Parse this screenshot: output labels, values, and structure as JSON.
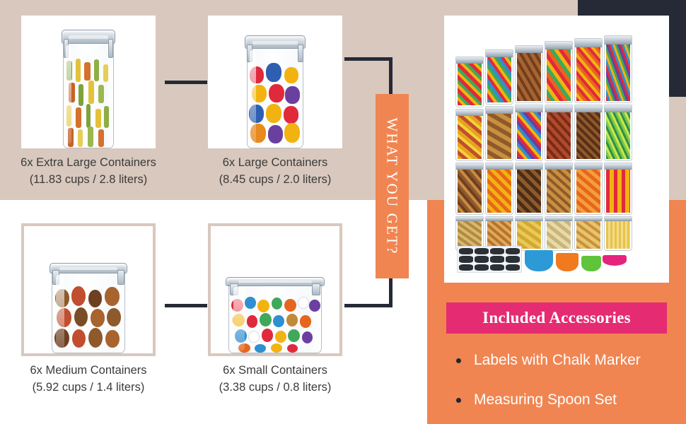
{
  "colors": {
    "beige": "#D8C8BE",
    "navy": "#252A36",
    "orange": "#F08551",
    "pink": "#E52B72",
    "text_dark": "#3B3B3B",
    "white": "#FFFFFF"
  },
  "banner": {
    "vertical_label": "WHAT YOU GET?"
  },
  "products": [
    {
      "id": "extra-large",
      "title": "6x Extra Large Containers",
      "subtitle": "(11.83 cups / 2.8 liters)",
      "contents_name": "pasta-vegetables"
    },
    {
      "id": "large",
      "title": "6x Large Containers",
      "subtitle": "(8.45 cups / 2.0 liters)",
      "contents_name": "colored-candy-shells"
    },
    {
      "id": "medium",
      "title": "6x Medium Containers",
      "subtitle": "(5.92 cups / 1.4 liters)",
      "contents_name": "pasta-shapes"
    },
    {
      "id": "small",
      "title": "6x Small Containers",
      "subtitle": "(3.38 cups / 0.8 liters)",
      "contents_name": "candy-buttons"
    }
  ],
  "photo": {
    "alt_name": "stacked-container-set-photo"
  },
  "accessories": {
    "heading": "Included Accessories",
    "items": [
      "Labels with Chalk Marker",
      "Measuring Spoon Set"
    ]
  }
}
